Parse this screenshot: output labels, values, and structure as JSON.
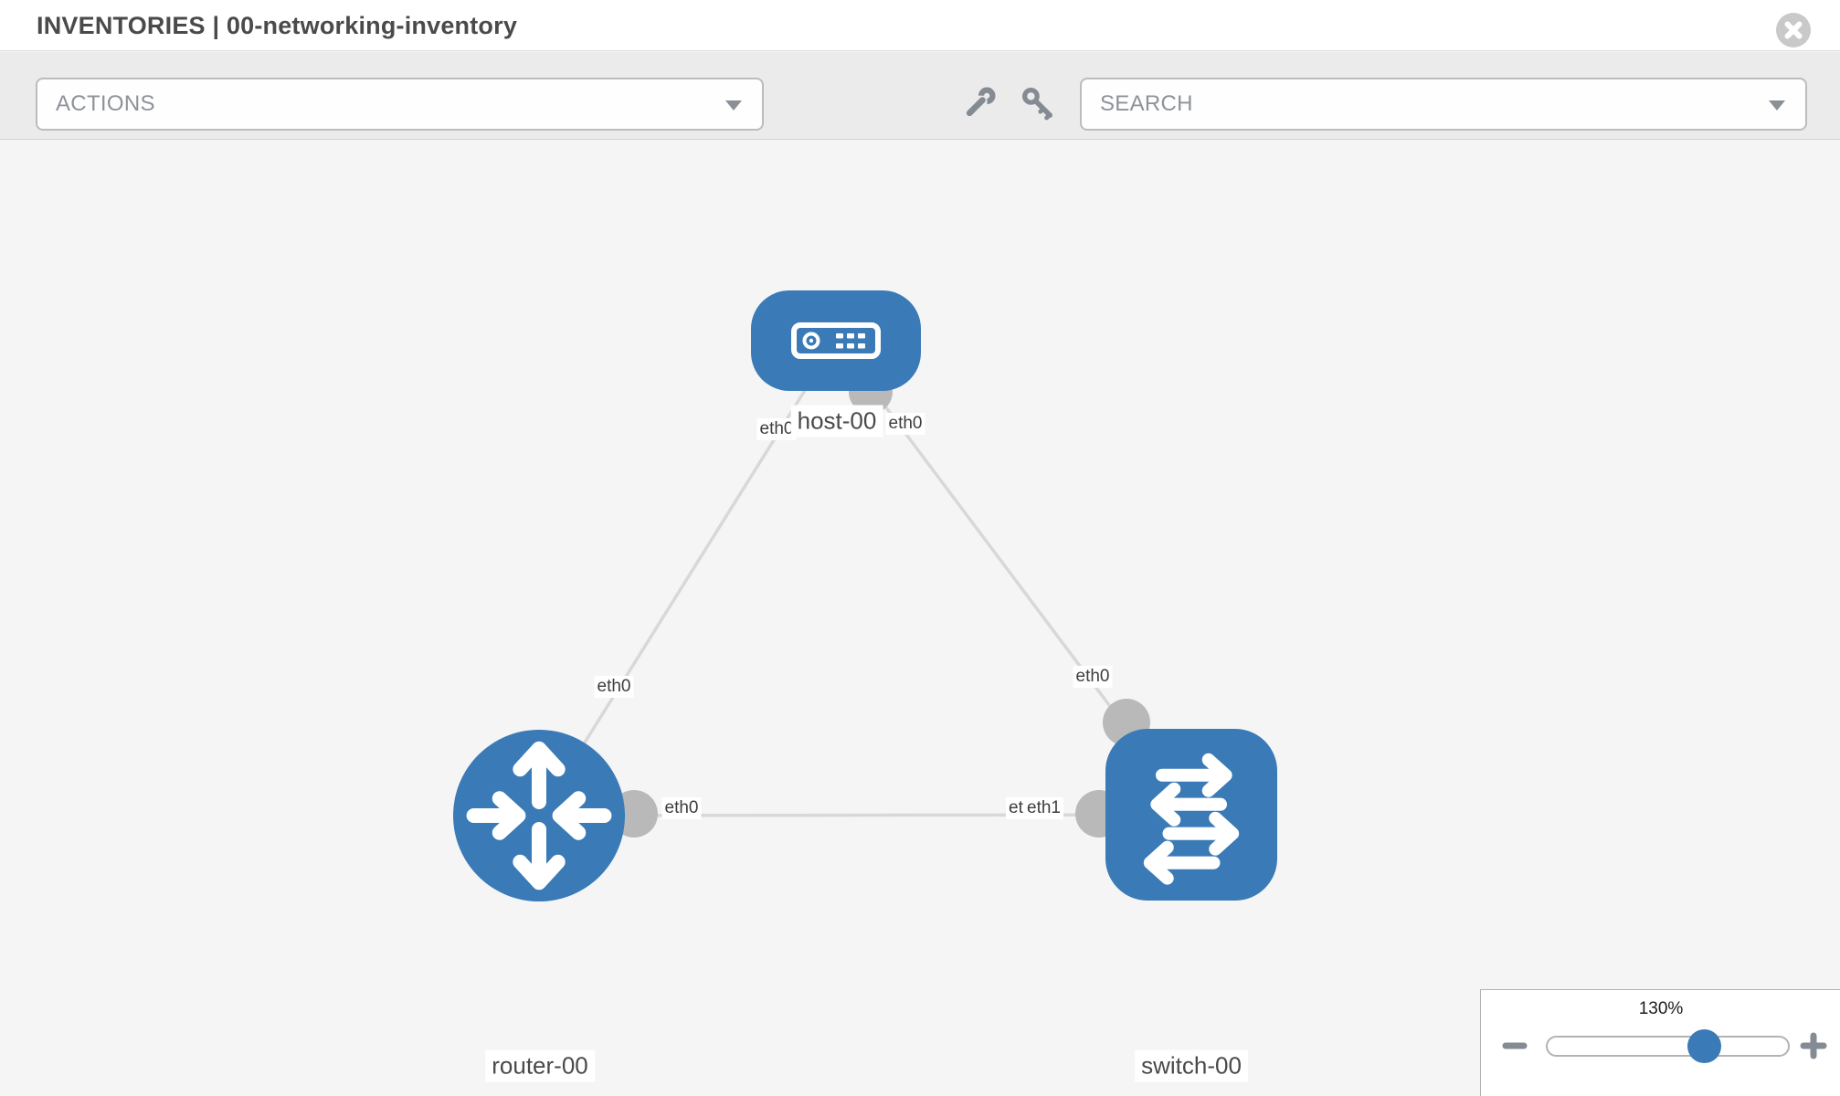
{
  "header": {
    "title": "INVENTORIES | 00-networking-inventory"
  },
  "toolbar": {
    "actions_label": "ACTIONS",
    "search_placeholder": "SEARCH"
  },
  "icons": {
    "header": [
      "close-icon"
    ],
    "toolbar": [
      "wrench-icon",
      "key-icon",
      "chevron-down-icon"
    ],
    "zoom": [
      "minus-icon",
      "plus-icon"
    ]
  },
  "diagram": {
    "type": "network-topology",
    "nodes": [
      {
        "id": "host-00",
        "label": "host-00",
        "device_type": "host"
      },
      {
        "id": "router-00",
        "label": "router-00",
        "device_type": "router"
      },
      {
        "id": "switch-00",
        "label": "switch-00",
        "device_type": "switch"
      }
    ],
    "links": [
      {
        "from": "host-00",
        "to": "router-00",
        "from_interface": "eth0",
        "to_interface": "eth0"
      },
      {
        "from": "host-00",
        "to": "switch-00",
        "from_interface": "eth0",
        "to_interface": "eth0"
      },
      {
        "from": "router-00",
        "to": "switch-00",
        "from_interface": "eth0",
        "to_interface": "eth1"
      }
    ],
    "if_labels": {
      "host_left": "eth0",
      "host_right": "eth0",
      "router_top": "eth0",
      "router_right": "eth0",
      "switch_top": "eth0",
      "switch_left_under": "eth0",
      "switch_left_over": "eth1"
    }
  },
  "zoom": {
    "level_label": "130%",
    "level_value": 130,
    "slider_percent": 64
  },
  "colors": {
    "node_blue": "#3a7ab6",
    "link_gray": "#d8d8d8",
    "connector_gray": "#b9b9b9",
    "toolbar_gray": "#ebebeb",
    "icon_gray": "#858b93"
  }
}
